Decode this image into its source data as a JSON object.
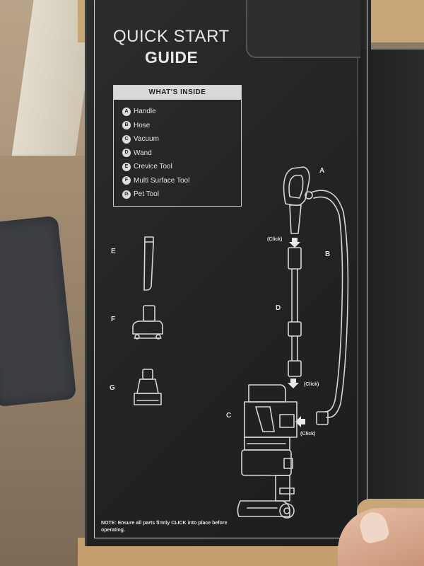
{
  "guide": {
    "title_line1": "QUICK START",
    "title_line2": "GUIDE"
  },
  "whats_inside": {
    "header": "WHAT'S INSIDE",
    "items": [
      {
        "letter": "A",
        "name": "Handle"
      },
      {
        "letter": "B",
        "name": "Hose"
      },
      {
        "letter": "C",
        "name": "Vacuum"
      },
      {
        "letter": "D",
        "name": "Wand"
      },
      {
        "letter": "E",
        "name": "Crevice Tool"
      },
      {
        "letter": "F",
        "name": "Multi Surface Tool"
      },
      {
        "letter": "G",
        "name": "Pet Tool"
      }
    ]
  },
  "diagram_labels": {
    "a": "A",
    "b": "B",
    "c": "C",
    "d": "D",
    "e": "E",
    "f": "F",
    "g": "G",
    "click_top": "(Click)",
    "click_mid": "(Click)",
    "click_bottom": "(Click)"
  },
  "note": "NOTE: Ensure all parts firmly CLICK into place before operating.",
  "colors": {
    "box_black": "#232524",
    "print_white": "#e3e3e3",
    "cardboard": "#c9a676"
  }
}
